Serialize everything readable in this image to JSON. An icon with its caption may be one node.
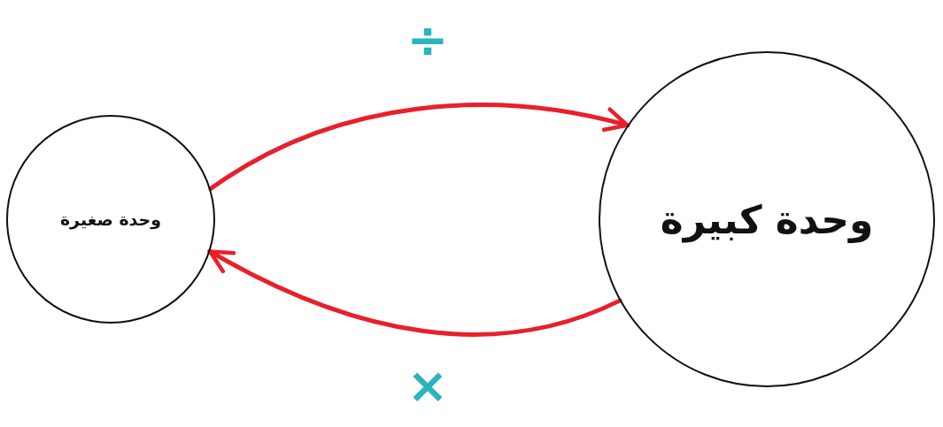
{
  "diagram": {
    "nodes": [
      {
        "text": [
          "وحدة صغيرة"
        ]
      },
      {
        "text": [
          "وحدة كبيرة"
        ]
      }
    ],
    "edges": [
      {
        "from": 0,
        "to": 1,
        "arrow": "to",
        "label": "÷"
      },
      {
        "from": 1,
        "to": 0,
        "arrow": "to",
        "label": "×"
      }
    ]
  }
}
